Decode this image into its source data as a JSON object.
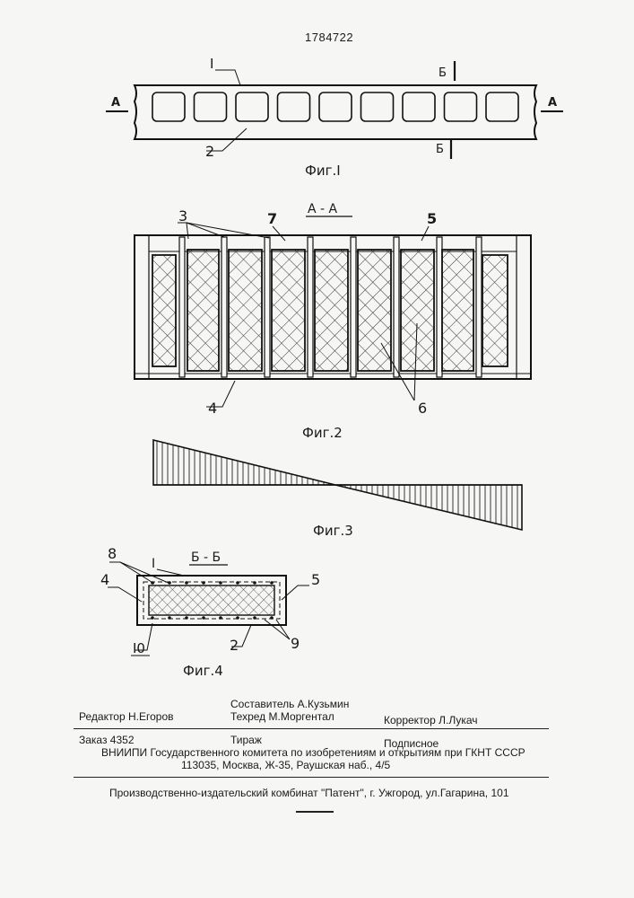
{
  "patent_number": "1784722",
  "fig1": {
    "caption": "Фиг.I",
    "label_I": "I",
    "label_2": "2",
    "section_A_left": "А",
    "section_A_right": "А",
    "section_B_top": "Б",
    "section_B_bottom": "Б"
  },
  "fig2": {
    "caption": "Фиг.2",
    "section_title": "А - А",
    "label_3": "3",
    "label_7": "7",
    "label_5": "5",
    "label_4": "4",
    "label_6": "6"
  },
  "fig3": {
    "caption": "Фиг.3"
  },
  "fig4": {
    "caption": "Фиг.4",
    "section_title": "Б - Б",
    "label_8": "8",
    "label_I": "I",
    "label_4": "4",
    "label_5": "5",
    "label_10": "I0",
    "label_2": "2",
    "label_9": "9"
  },
  "imprint": {
    "editor": "Редактор  Н.Егоров",
    "compiler": "Составитель А.Кузьмин",
    "techred": "Техред М.Моргентал",
    "corrector": "Корректор  Л.Лукач",
    "order": "Заказ 4352",
    "circulation": "Тираж",
    "subscription": "Подписное",
    "institute": "ВНИИПИ Государственного комитета по изобретениям и открытиям при ГКНТ СССР",
    "address": "113035, Москва, Ж-35, Раушская наб., 4/5",
    "publisher": "Производственно-издательский комбинат \"Патент\", г. Ужгород, ул.Гагарина, 101"
  }
}
